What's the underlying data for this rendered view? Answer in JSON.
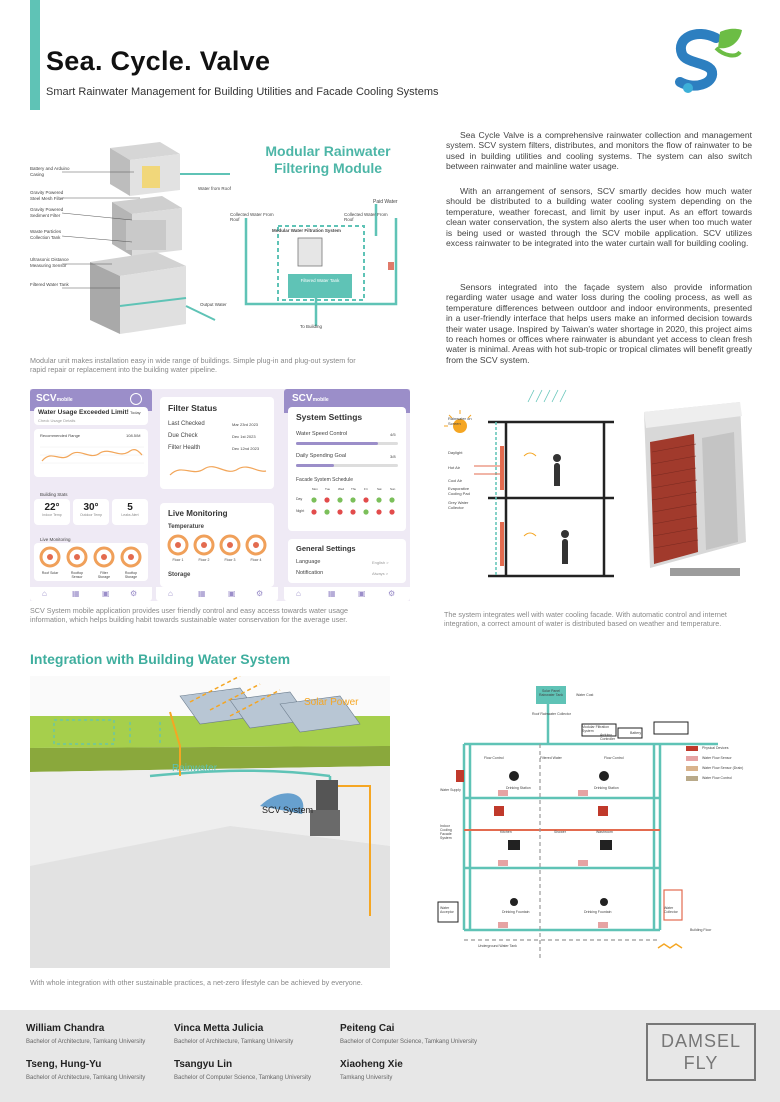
{
  "header": {
    "title": "Sea. Cycle. Valve",
    "subtitle": "Smart Rainwater Management for Building Utilities and Facade Cooling Systems"
  },
  "module": {
    "heading_line1": "Modular Rainwater",
    "heading_line2": "Filtering Module",
    "labels": {
      "battery": "Battery and Arduino Casing",
      "gravity_mesh": "Gravity Powered Steel Mesh Filter",
      "gravity_sediment": "Gravity Powered Sediment Filter",
      "waste": "Waste Particles Collection Tank",
      "ultrasonic": "Ultrasonic Distance Measuring Sensor",
      "filtered_tank": "Filtered Water Tank",
      "water_from_roof": "Water from Roof",
      "output_water": "Output Water"
    },
    "diagram": {
      "paid_water": "Paid Water",
      "collected_1": "Collected Water From Roof",
      "collected_2": "Collected Water From Roof",
      "system": "Modular Water Filtration System",
      "tank": "Filtered Water Tank",
      "to_building": "To Building"
    },
    "caption": "Modular unit makes installation easy in wide range of buildings. Simple plug-in and plug-out system for rapid repair or replacement into the building water pipeline."
  },
  "description": {
    "p1": "Sea Cycle Valve is a comprehensive rainwater collection and management system. SCV system filters, distributes, and monitors the flow of rainwater to be used in building utilities and cooling systems. The system can also switch between rainwater and mainline water usage.",
    "p2": "With an arrangement of sensors, SCV smartly decides how much water should be distributed to a building water cooling system depending on the temperature, weather forecast, and limit by user input. As an effort towards clean water conservation, the system also alerts the user when too much water is being used or wasted through the SCV mobile application. SCV utilizes excess rainwater to be integrated into the water curtain wall for building cooling.",
    "p3": "Sensors integrated into the façade system also provide information regarding water usage and water loss during the cooling process, as well as temperature differences between outdoor and indoor environments, presented in a user-friendly interface that helps users make an informed decision towards their water usage. Inspired by Taiwan's water shortage in 2020, this project aims to reach homes or offices where rainwater is abundant yet access to clean fresh water is minimal. Areas with hot sub-tropic or tropical climates will benefit greatly from the SCV system."
  },
  "app": {
    "brand": "SCV",
    "brand_suffix": "mobile",
    "alert": "Water Usage Exceeded Limit!",
    "alert_sub": "Check Usage Details",
    "alert_time": "Today",
    "chart_title": "Recommended Range",
    "chart_value": "108.5/M",
    "building_stats": "Building Stats",
    "stats": [
      {
        "value": "22°",
        "label": "Indoor Temp"
      },
      {
        "value": "30°",
        "label": "Outdoor Temp"
      },
      {
        "value": "5",
        "label": "Leaks Alert"
      }
    ],
    "live_monitoring_small": "Live Monitoring",
    "gauges_phone1": [
      "Roof Solar",
      "Rooftop Sensor",
      "Filter Storage",
      "Rooftop Storage"
    ],
    "filter_status": "Filter Status",
    "filter_rows": [
      {
        "label": "Last Checked",
        "value": "Mar 23rd 2023"
      },
      {
        "label": "Due Check",
        "value": "Dec 1st 2023"
      },
      {
        "label": "Filter Health",
        "value": "Dec 12nd 2023"
      }
    ],
    "live_monitoring": "Live Monitoring",
    "temperature": "Temperature",
    "gauges_phone2": [
      "Floor 1",
      "Floor 2",
      "Floor 3",
      "Floor 4"
    ],
    "storage": "Storage",
    "system_settings": "System Settings",
    "water_speed": "Water Speed Control",
    "water_speed_value": "4/5",
    "daily_goal": "Daily Spending Goal",
    "daily_goal_value": "3/8",
    "facade_schedule": "Facade System Schedule",
    "days": [
      "Mon",
      "Tue",
      "Wed",
      "Thu",
      "Fri",
      "Sat",
      "Sun"
    ],
    "schedule_rows": [
      "Day",
      "Night"
    ],
    "general_settings": "General Settings",
    "language": "Language",
    "language_value": "English >",
    "notification": "Notification",
    "notification_value": "Always >",
    "caption": "SCV System mobile application provides user friendly control and easy access towards water usage information, which helps building habit towards sustainable water conservation for the average user."
  },
  "facade": {
    "labels": [
      "Rainwater on Screen",
      "Daylight",
      "Hot Air",
      "Cool Air",
      "Evaporative Cooling Pad",
      "Grey Water Collector"
    ],
    "caption": "The system integrates well with water cooling facade. With automatic control and internet integration, a correct amount of water is distributed based on weather and temperature."
  },
  "integration": {
    "heading": "Integration with Building Water System",
    "solar": "Solar Power",
    "rainwater": "Rainwater",
    "scv_system": "SCV System",
    "caption": "With whole integration with other sustainable practices, a net-zero lifestyle can be achieved by everyone."
  },
  "schematic": {
    "top_labels": [
      "Solar Panel Rainwater Tank",
      "Water Cost",
      "Roof Rainwater Collector",
      "Modular Filtration System",
      "Arduino Controller",
      "Battery"
    ],
    "flow_labels": [
      "Flow Control",
      "Filtered Water",
      "Flow Control"
    ],
    "room_labels": [
      "Drinking Station",
      "Drinking Station",
      "Kitchen",
      "Shower",
      "Washroom",
      "Drinking Fountain",
      "Drinking Fountain"
    ],
    "side_labels": [
      "Indoor Cooling Facade System",
      "Water Supply",
      "Water Acceptor",
      "Water Collector",
      "Building Floor",
      "Underground Water Tank"
    ],
    "legend": [
      {
        "label": "Physical Devices",
        "color": "#c0392b"
      },
      {
        "label": "Water Flow Sensor",
        "color": "#e6a3a3"
      },
      {
        "label": "Water Flow Sensor (Drain)",
        "color": "#d9b38c"
      },
      {
        "label": "Water Flow Control",
        "color": "#b9aa8a"
      }
    ]
  },
  "footer": {
    "people": [
      {
        "name": "William Chandra",
        "role": "Bachelor of Architecture, Tamkang University"
      },
      {
        "name": "Vinca Metta Julicia",
        "role": "Bachelor of Architecture, Tamkang University"
      },
      {
        "name": "Peiteng Cai",
        "role": "Bachelor of Computer Science, Tamkang University"
      },
      {
        "name": "Tseng, Hung-Yu",
        "role": "Bachelor of Architecture, Tamkang University"
      },
      {
        "name": "Tsangyu Lin",
        "role": "Bachelor of Computer Science, Tamkang University"
      },
      {
        "name": "Xiaoheng Xie",
        "role": "Tamkang University"
      }
    ],
    "team_line1": "DAMSEL",
    "team_line2": "FLY"
  },
  "colors": {
    "accent": "#5fc3b6",
    "teal_heading": "#3fae9e",
    "app_purple": "#9b8ec9",
    "app_bg": "#efeaf5"
  }
}
